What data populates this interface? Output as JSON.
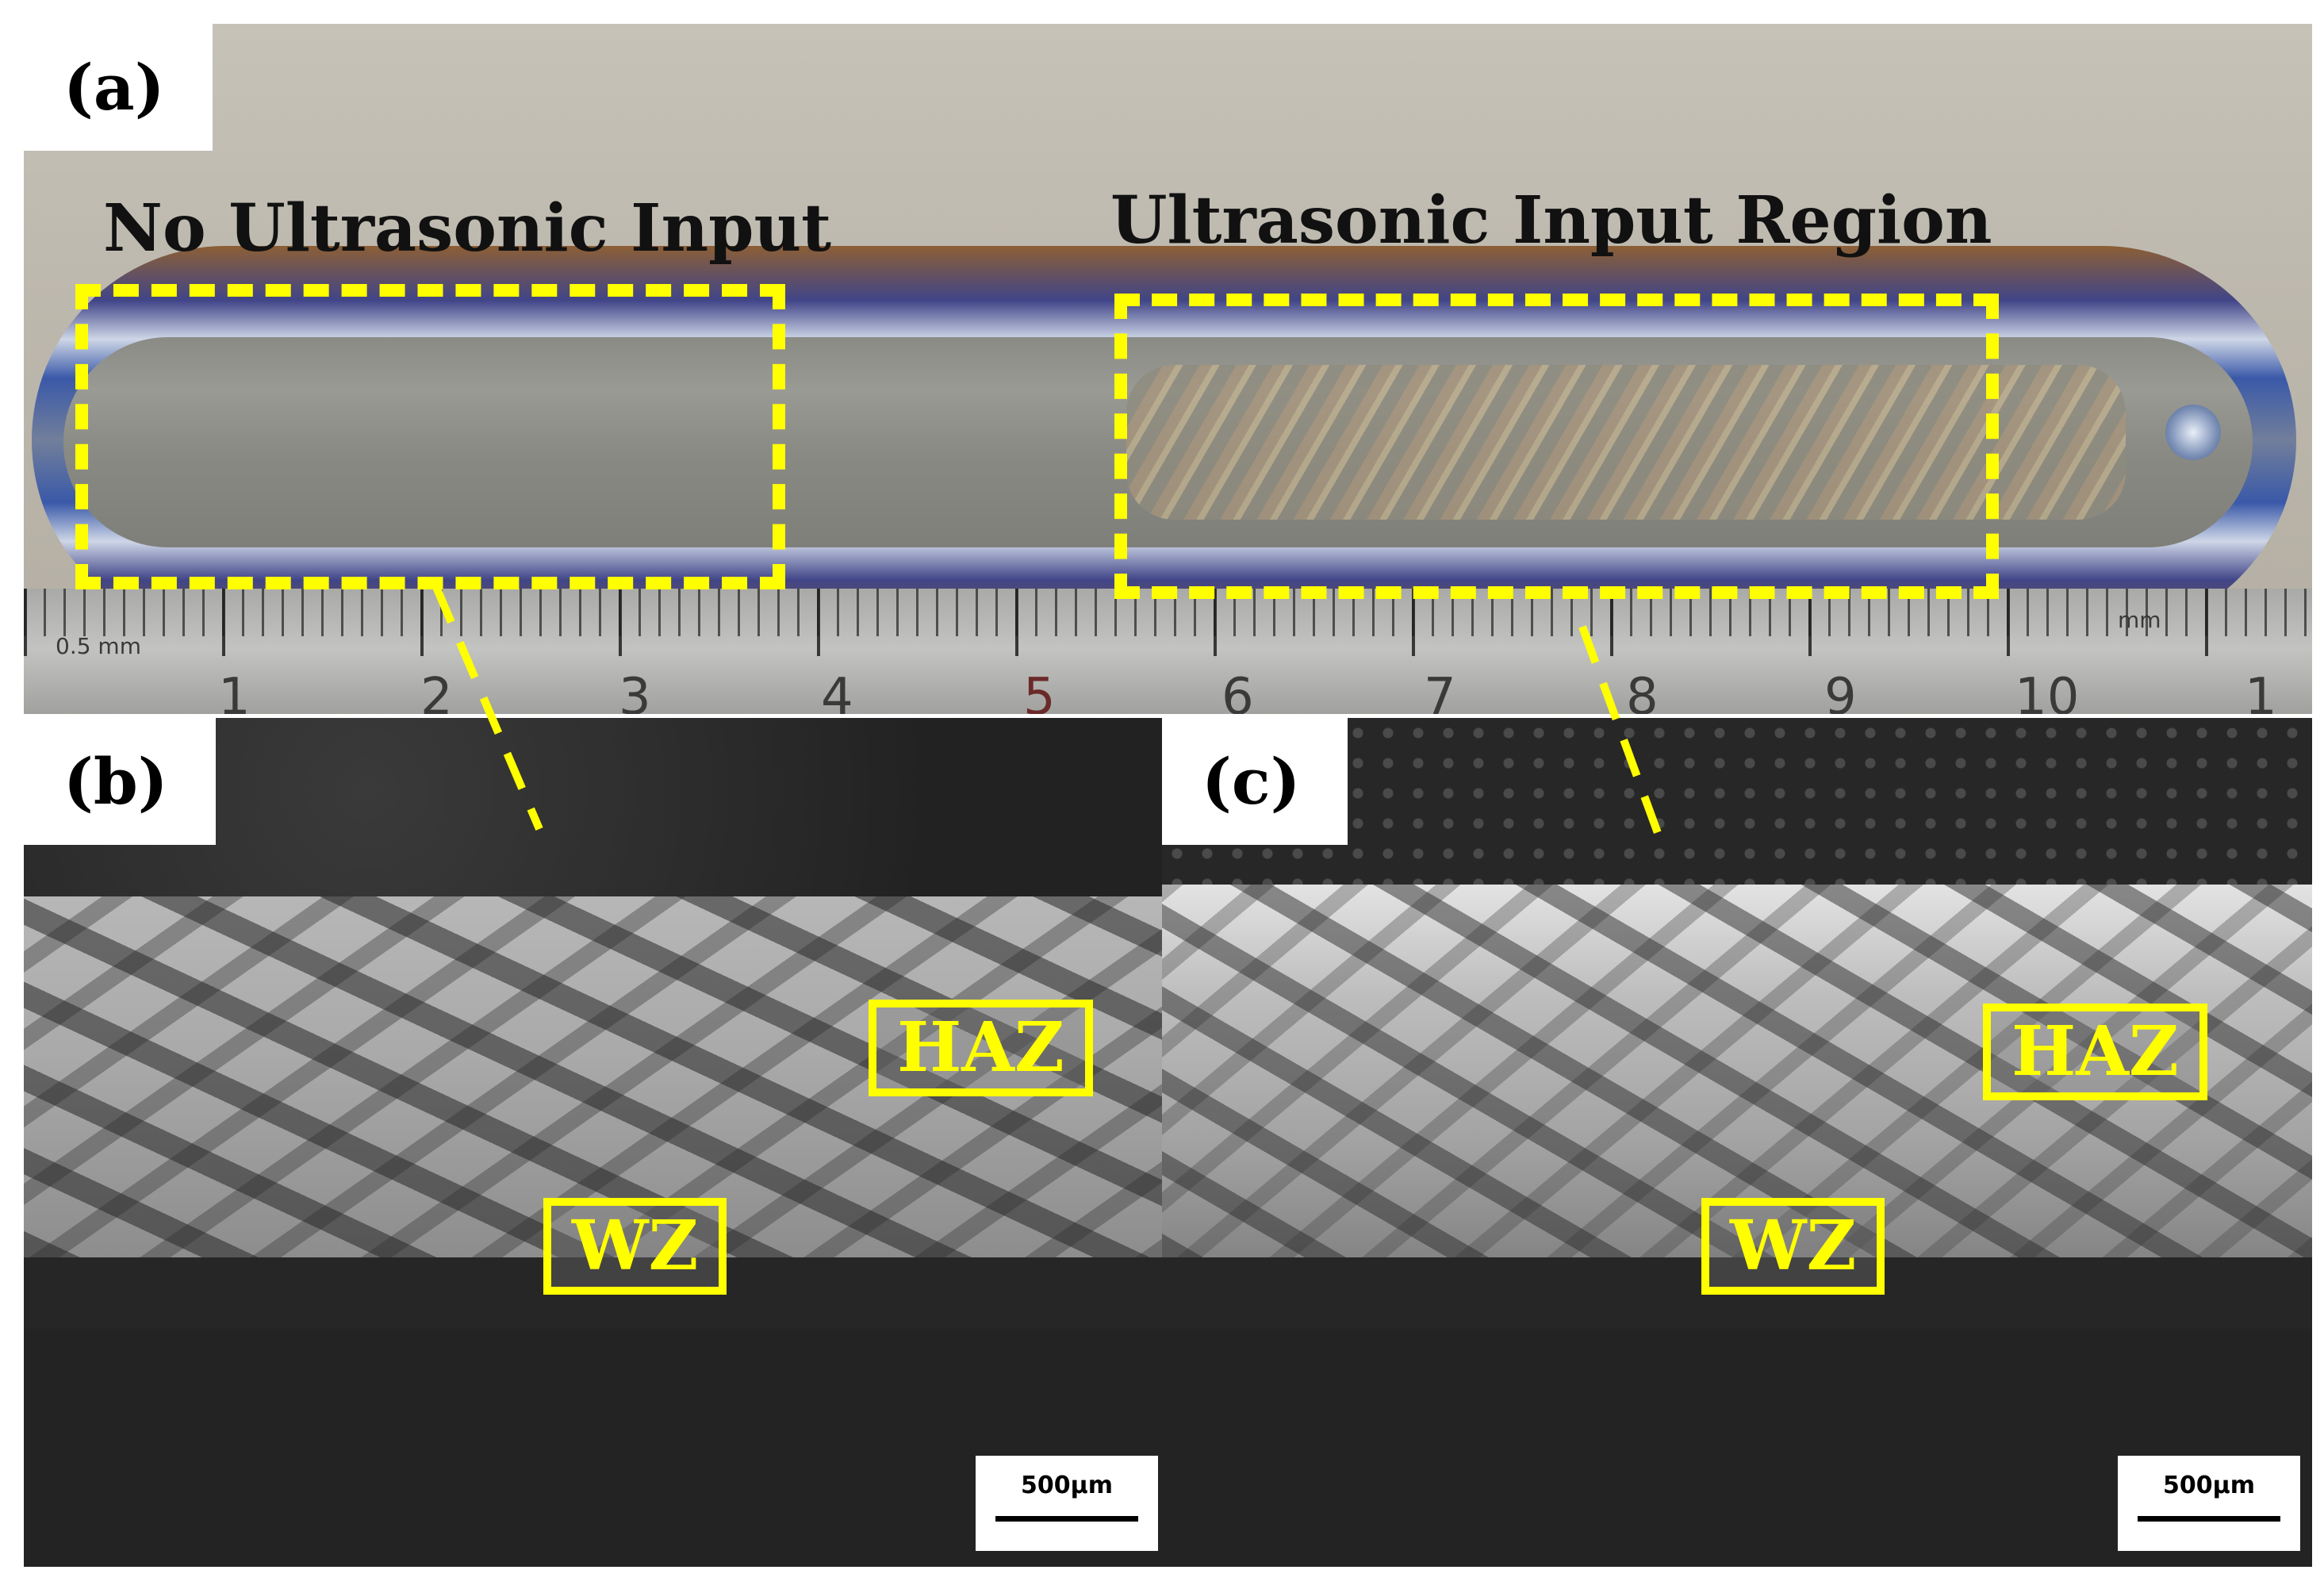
{
  "panels": {
    "a": {
      "label": "(a)",
      "left_region_title": "No Ultrasonic Input",
      "right_region_title": "Ultrasonic Input Region",
      "ruler": {
        "unit_left": "0.5 mm",
        "unit_right": "mm",
        "numbers": [
          "1",
          "2",
          "3",
          "4",
          "5",
          "6",
          "7",
          "8",
          "9",
          "10",
          "1"
        ]
      }
    },
    "b": {
      "label": "(b)",
      "haz_label": "HAZ",
      "wz_label": "WZ",
      "scale_bar_text": "500μm"
    },
    "c": {
      "label": "(c)",
      "haz_label": "HAZ",
      "wz_label": "WZ",
      "scale_bar_text": "500μm"
    }
  },
  "colors": {
    "annotation": "#ffff00",
    "label_background": "#ffffff"
  }
}
